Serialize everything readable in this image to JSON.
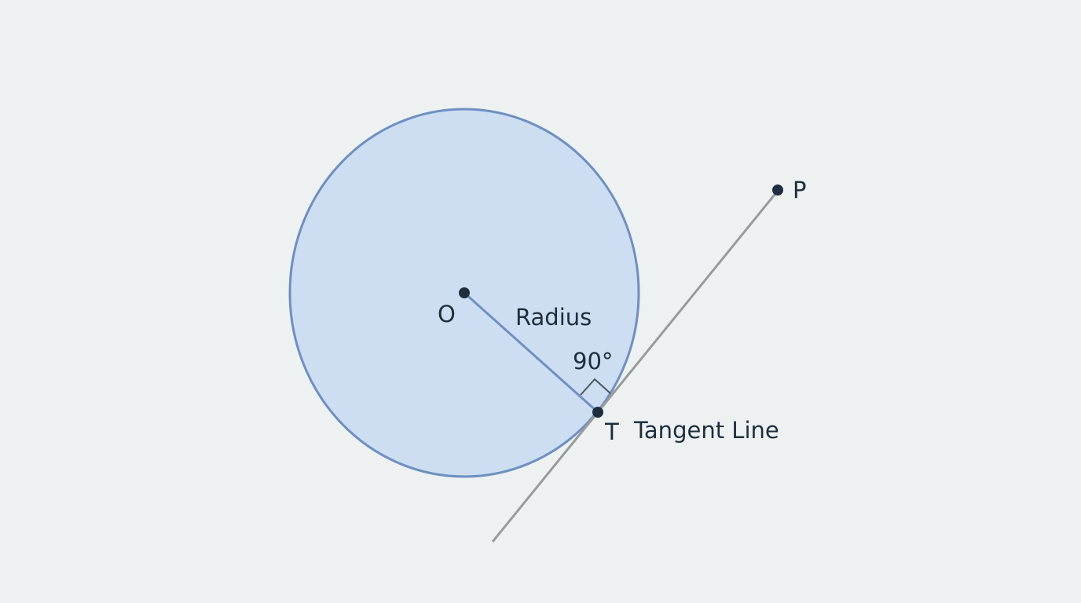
{
  "diagram": {
    "labels": {
      "center": "O",
      "tangent_point": "T",
      "external_point": "P",
      "radius": "Radius",
      "angle": "90°",
      "tangent": "Tangent Line"
    },
    "colors": {
      "background": "#edf1f2",
      "circle_fill": "#cddef2",
      "circle_stroke": "#6f8fc0",
      "radius_line": "#6f8fc0",
      "tangent_line": "#9a9a9a",
      "points": "#1f2d3d",
      "right_angle_marker": "#4a5563"
    }
  }
}
